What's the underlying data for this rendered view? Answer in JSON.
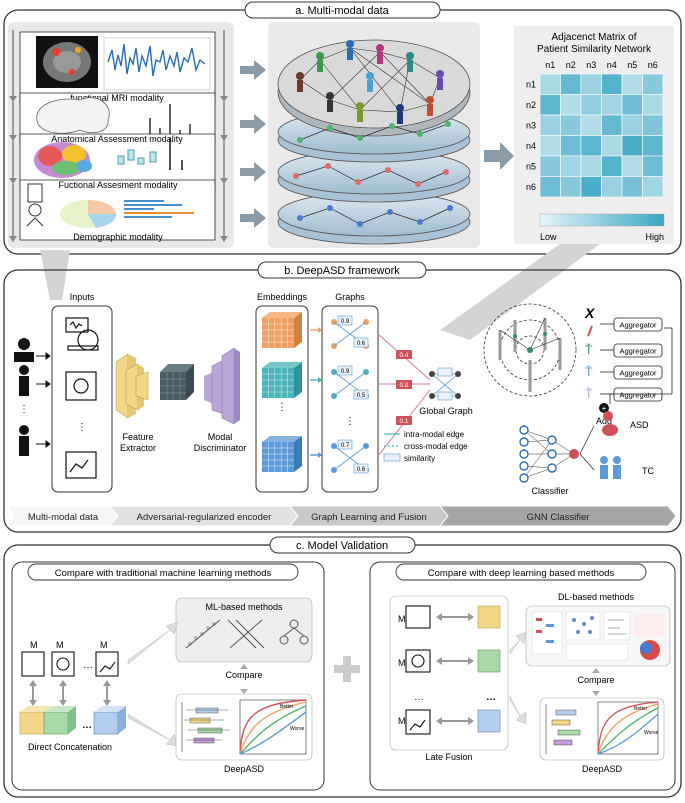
{
  "panels": {
    "a": {
      "title": "a. Multi-modal data",
      "modalities": [
        "functional MRI modality",
        "Anatomical Assessment modality",
        "Fuctional Assesment modality",
        "Demographic modality"
      ],
      "matrix": {
        "title_line1": "Adjacenct  Matrix of",
        "title_line2": "Patient Similarity Network",
        "col_labels": [
          "n1",
          "n2",
          "n3",
          "n4",
          "n5",
          "n6"
        ],
        "row_labels": [
          "n1",
          "n2",
          "n3",
          "n4",
          "n5",
          "n6"
        ],
        "values": [
          [
            0.35,
            0.75,
            0.45,
            0.85,
            0.3,
            0.55
          ],
          [
            0.8,
            0.3,
            0.5,
            0.4,
            0.7,
            0.35
          ],
          [
            0.45,
            0.55,
            0.3,
            0.75,
            0.45,
            0.6
          ],
          [
            0.3,
            0.7,
            0.8,
            0.35,
            0.9,
            0.8
          ],
          [
            0.55,
            0.4,
            0.35,
            0.85,
            0.3,
            0.7
          ],
          [
            0.7,
            0.55,
            0.9,
            0.45,
            0.65,
            0.4
          ]
        ],
        "low_label": "Low",
        "high_label": "High",
        "color_low": "#e6f4f8",
        "color_high": "#3aa6c4"
      }
    },
    "b": {
      "title": "b. DeepASD framework",
      "inputs_label": "Inputs",
      "feature_extractor_line1": "Feature",
      "feature_extractor_line2": "Extractor",
      "modal_disc_line1": "Modal",
      "modal_disc_line2": "Discriminator",
      "embeddings_label": "Embeddings",
      "graphs_label": "Graphs",
      "global_graph_label": "Global Graph",
      "weights": [
        "0.4",
        "0.8",
        "0.1"
      ],
      "edge_weights": [
        "0.9",
        "0.6",
        "0.9",
        "0.5",
        "0.7",
        "0.6"
      ],
      "legend": [
        "intra-modal edge",
        "cross-modal edge",
        "similarity"
      ],
      "aggregator_label": "Aggregator",
      "add_label": "Add",
      "classifier_label": "Classifier",
      "outcomes": [
        "ASD",
        "TC"
      ],
      "stages": [
        "Multi-modal data",
        "Adversarial-regularized encoder",
        "Graph Learning and Fusion",
        "GNN Classifier"
      ],
      "colors": {
        "orange": "#f0a060",
        "teal": "#4cb3b8",
        "blue": "#5b9ad6",
        "pink": "#d77aa8",
        "red": "#d0505a",
        "yellow": "#f2d788",
        "purple": "#b8a6d8"
      }
    },
    "c": {
      "title": "c. Model Validation",
      "left_title": "Compare with traditional machine learning methods",
      "ml_label": "ML-based methods",
      "compare_label": "Compare",
      "direct_concat_label": "Direct Concatenation",
      "deepasd_label": "DeepASD",
      "right_title": "Compare with deep learning based methods",
      "dl_label": "DL-based methods",
      "late_fusion_label": "Late Fusion",
      "m_labels": [
        "M",
        "M",
        "M"
      ],
      "curve_better": "Better",
      "curve_worse": "Worse"
    }
  }
}
